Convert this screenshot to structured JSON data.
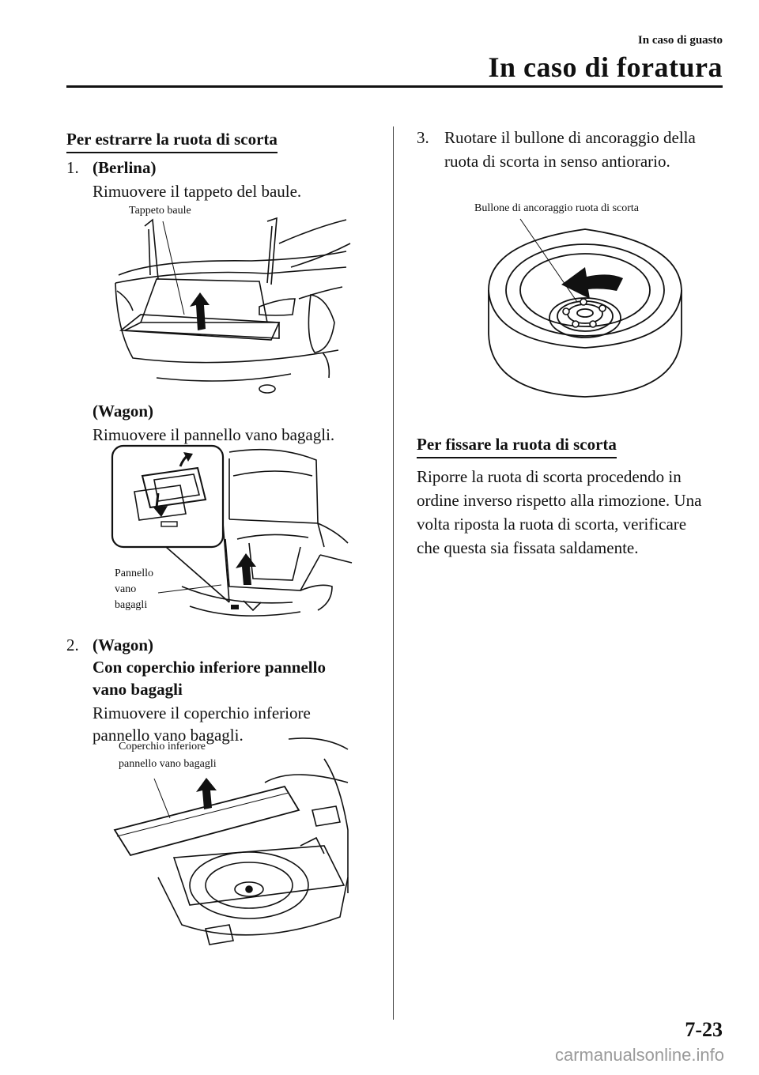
{
  "header": {
    "section": "In caso di guasto",
    "title": "In caso di foratura"
  },
  "left": {
    "heading": "Per estrarre la ruota di scorta",
    "step1": {
      "num": "1.",
      "sedan_title": "(Berlina)",
      "sedan_text": "Rimuovere il tappeto del baule.",
      "sedan_label": "Tappeto baule",
      "wagon_title": "(Wagon)",
      "wagon_text": "Rimuovere il pannello vano bagagli.",
      "wagon_label_1": "Pannello",
      "wagon_label_2": "vano",
      "wagon_label_3": "bagagli"
    },
    "step2": {
      "num": "2.",
      "title": "(Wagon)",
      "subtitle_1": "Con coperchio inferiore pannello",
      "subtitle_2": "vano bagagli",
      "text_1": "Rimuovere il coperchio inferiore",
      "text_2": "pannello vano bagagli.",
      "label_1": "Coperchio inferiore",
      "label_2": "pannello vano bagagli"
    }
  },
  "right": {
    "step3": {
      "num": "3.",
      "text_1": "Ruotare il bullone di ancoraggio della",
      "text_2": "ruota di scorta in senso antiorario.",
      "label": "Bullone di ancoraggio ruota di scorta"
    },
    "heading2": "Per fissare la ruota di scorta",
    "para": [
      "Riporre la ruota di scorta procedendo in",
      "ordine inverso rispetto alla rimozione. Una",
      "volta riposta la ruota di scorta, verificare",
      "che questa sia fissata saldamente."
    ]
  },
  "footer": {
    "page": "7-23",
    "watermark": "carmanualsonline.info"
  }
}
